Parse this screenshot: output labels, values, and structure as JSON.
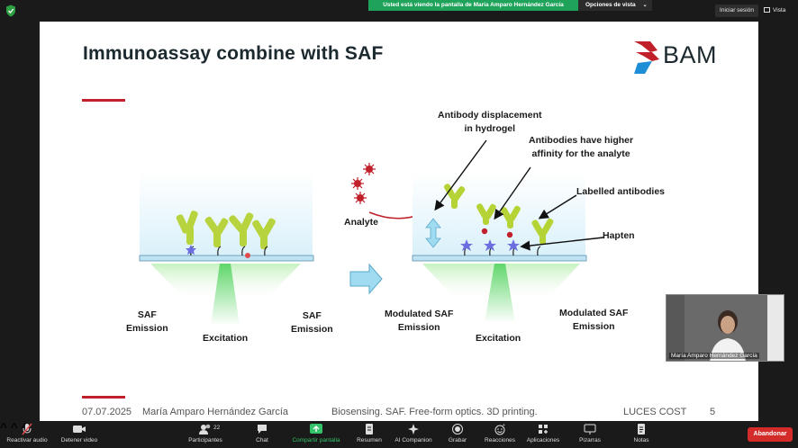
{
  "topbar": {
    "share_banner": "Usted está viendo la pantalla de María Amparo Hernández García",
    "view_options": "Opciones de vista",
    "sign_in": "Iniciar sesión",
    "view": "Vista"
  },
  "slide": {
    "title": "Immunoassay combine with SAF",
    "logo_text": "BAM",
    "labels": {
      "saf_emission_left": "SAF\nEmission",
      "excitation_left": "Excitation",
      "saf_emission_right": "SAF\nEmission",
      "analyte": "Analyte",
      "antibody_displacement": "Antibody displacement\nin hydrogel",
      "higher_affinity": "Antibodies have higher\naffinity for the analyte",
      "labelled_antibodies": "Labelled antibodies",
      "hapten": "Hapten",
      "modulated_saf_left": "Modulated SAF\nEmission",
      "excitation_right": "Excitation",
      "modulated_saf_right": "Modulated SAF\nEmission"
    },
    "footer": {
      "date": "07.07.2025",
      "author": "María Amparo Hernández García",
      "topic": "Biosensing. SAF. Free-form optics. 3D printing.",
      "project": "LUCES COST",
      "page": "5"
    }
  },
  "participant": {
    "name": "María Amparo Hernández García"
  },
  "toolbar": {
    "items": [
      {
        "label": "Reactivar audio",
        "icon": "muted-mic-icon"
      },
      {
        "label": "Detener video",
        "icon": "video-camera-icon"
      },
      {
        "label": "Participantes",
        "icon": "participants-icon",
        "count": "22"
      },
      {
        "label": "Chat",
        "icon": "chat-icon"
      },
      {
        "label": "Compartir pantalla",
        "icon": "share-screen-icon"
      },
      {
        "label": "Resumen",
        "icon": "summary-icon"
      },
      {
        "label": "AI Companion",
        "icon": "ai-sparkle-icon"
      },
      {
        "label": "Grabar",
        "icon": "record-icon"
      },
      {
        "label": "Reacciones",
        "icon": "reactions-icon"
      },
      {
        "label": "Aplicaciones",
        "icon": "apps-icon"
      },
      {
        "label": "Pizarras",
        "icon": "whiteboard-icon"
      },
      {
        "label": "Notas",
        "icon": "notes-icon"
      }
    ],
    "leave": "Abandonar"
  },
  "colors": {
    "share_green": "#1fa35a",
    "accent_red": "#c0202a",
    "leave_red": "#d32a2a",
    "antibody_green": "#b5d334",
    "substrate_blue": "#bfe3f2",
    "excitation_green": "#8fe08a"
  }
}
